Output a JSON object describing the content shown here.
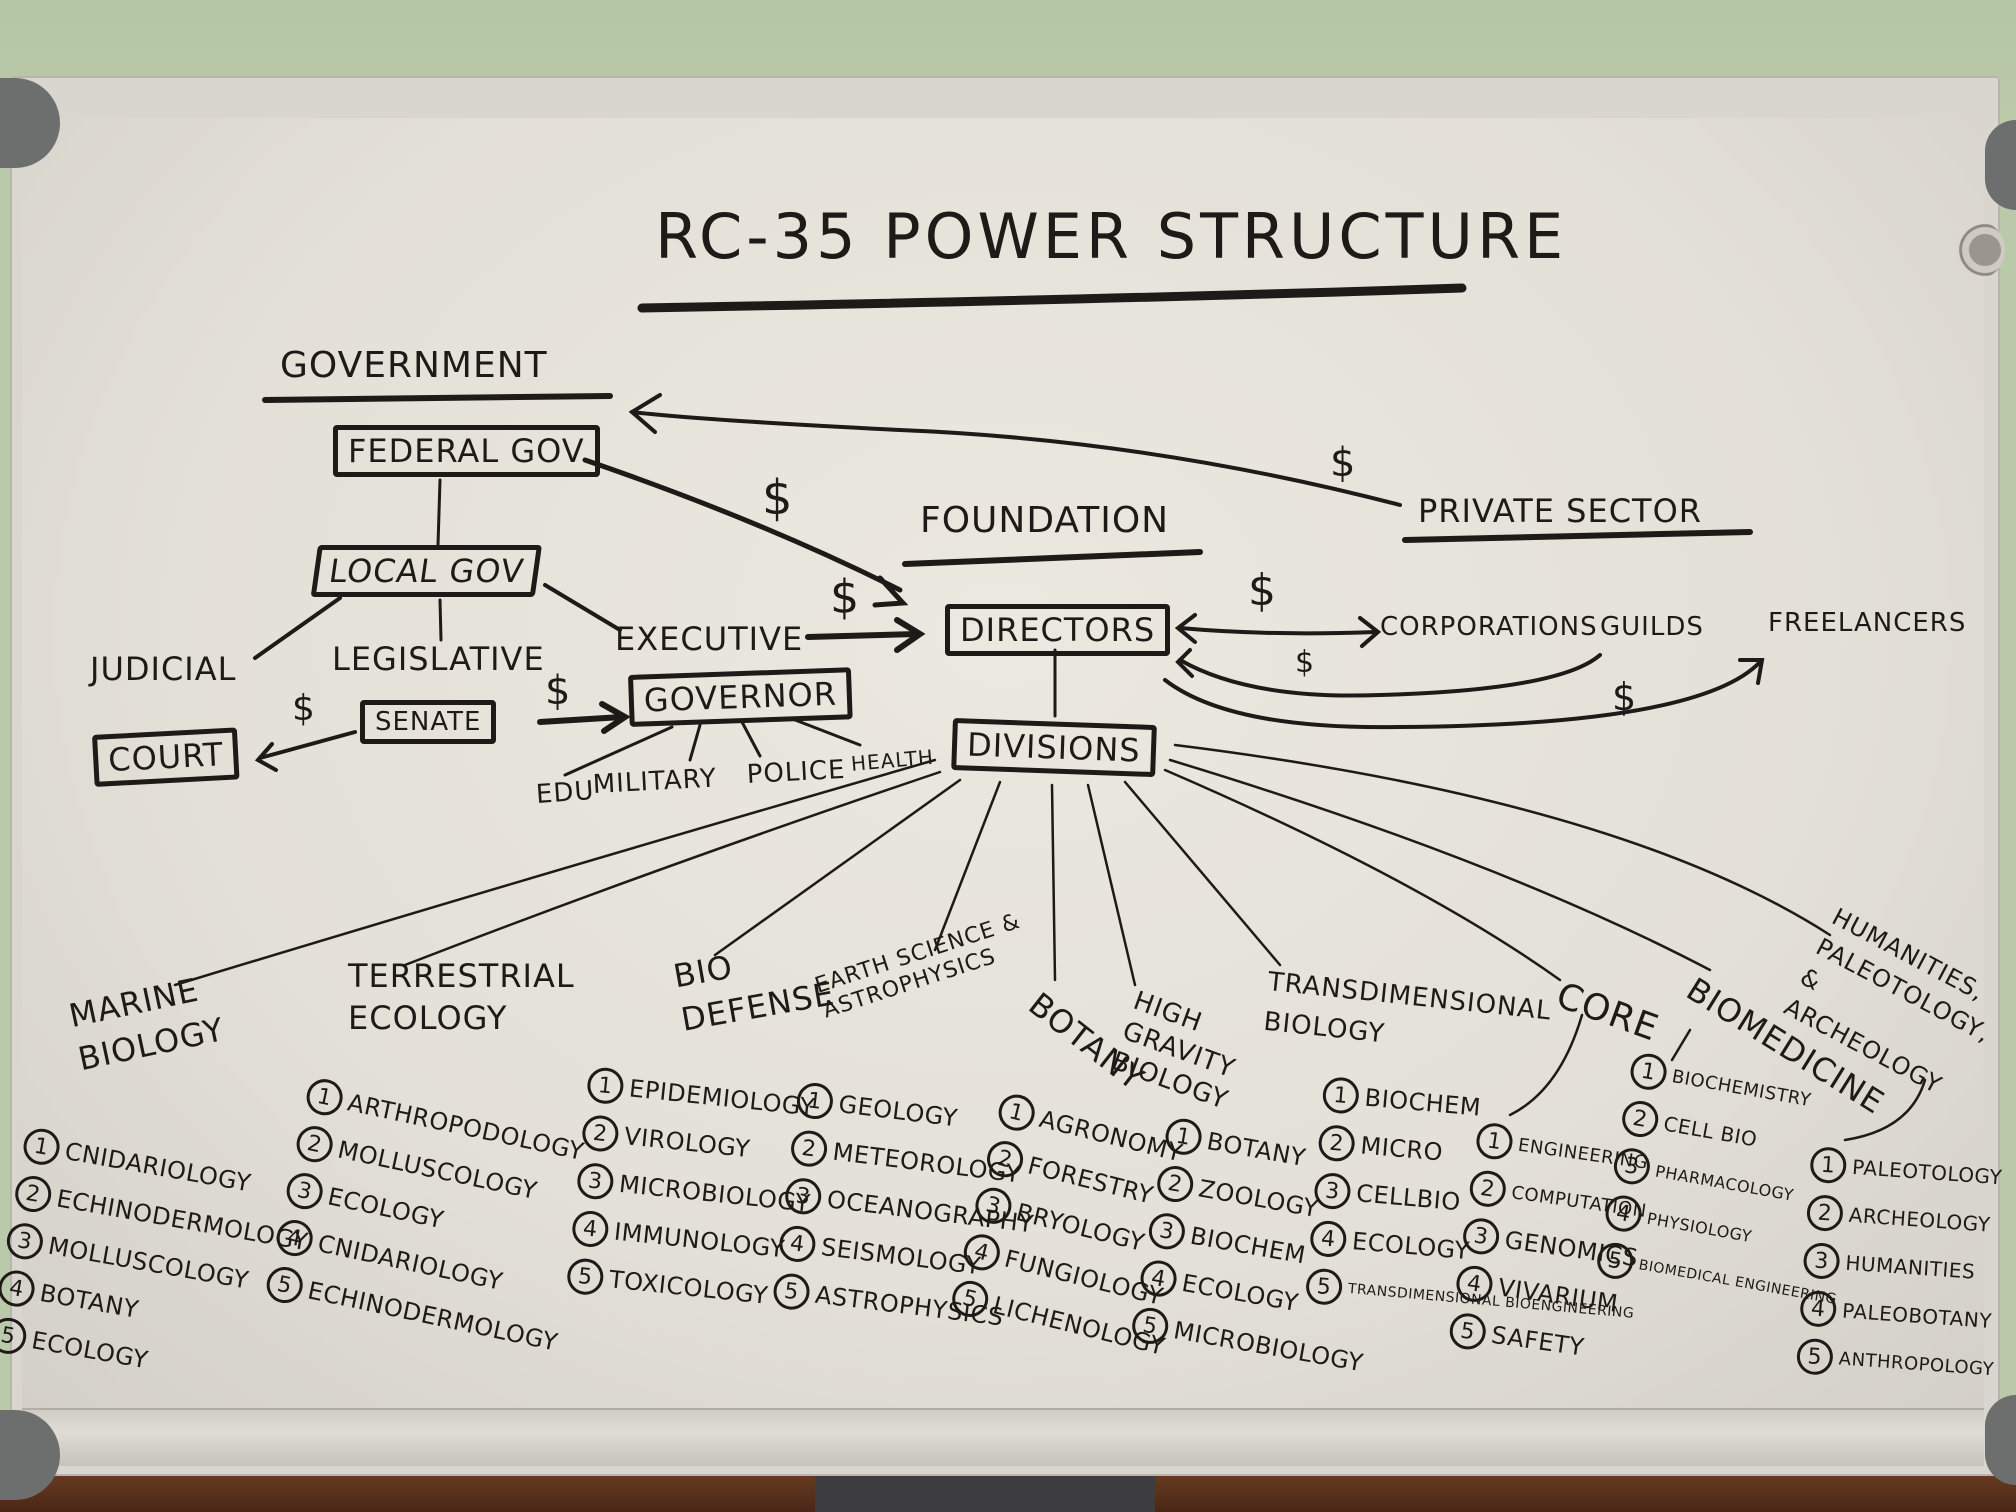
{
  "title": "RC-35 POWER STRUCTURE",
  "colors": {
    "ink": "#1e1a17",
    "board": "#e8e5dd",
    "wall": "#b8c8a8",
    "frame": "#d8d6cf"
  },
  "government": {
    "heading": "GOVERNMENT",
    "federal": "FEDERAL GOV",
    "local": "LOCAL GOV",
    "branches": [
      "JUDICIAL",
      "LEGISLATIVE",
      "EXECUTIVE"
    ],
    "court": "COURT",
    "senate": "SENATE",
    "governor": "GOVERNOR",
    "governor_depts": [
      "EDU",
      "MILITARY",
      "POLICE",
      "HEALTH"
    ]
  },
  "foundation": {
    "heading": "FOUNDATION",
    "directors": "DIRECTORS",
    "divisions": "DIVISIONS"
  },
  "private_sector": {
    "heading": "PRIVATE SECTOR",
    "entities": [
      "CORPORATIONS",
      "GUILDS",
      "FREELANCERS"
    ]
  },
  "money_symbol": "$",
  "division_list": [
    {
      "name": "MARINE BIOLOGY",
      "items": [
        "CNIDARIOLOGY",
        "ECHINODERMOLOGY",
        "MOLLUSCOLOGY",
        "BOTANY",
        "ECOLOGY"
      ]
    },
    {
      "name": "TERRESTRIAL ECOLOGY",
      "items": [
        "ARTHROPODOLOGY",
        "MOLLUSCOLOGY",
        "ECOLOGY",
        "CNIDARIOLOGY",
        "ECHINODERMOLOGY"
      ]
    },
    {
      "name": "BIO DEFENSE",
      "items": [
        "EPIDEMIOLOGY",
        "VIROLOGY",
        "MICROBIOLOGY",
        "IMMUNOLOGY",
        "TOXICOLOGY"
      ]
    },
    {
      "name": "EARTH SCIENCE & ASTROPHYSICS",
      "items": [
        "GEOLOGY",
        "METEOROLOGY",
        "OCEANOGRAPHY",
        "SEISMOLOGY",
        "ASTROPHYSICS"
      ]
    },
    {
      "name": "BOTANY",
      "items": [
        "AGRONOMY",
        "FORESTRY",
        "BRYOLOGY",
        "FUNGIOLOGY",
        "LICHENOLOGY"
      ]
    },
    {
      "name": "HIGH GRAVITY BIOLOGY",
      "items": [
        "BOTANY",
        "ZOOLOGY",
        "BIOCHEM",
        "ECOLOGY",
        "MICROBIOLOGY"
      ]
    },
    {
      "name": "TRANSDIMENSIONAL BIOLOGY",
      "items": [
        "BIOCHEM",
        "MICRO",
        "CELLBIO",
        "ECOLOGY",
        "TRANSDIMENSIONAL BIOENGINEERING"
      ]
    },
    {
      "name": "CORE",
      "items": [
        "ENGINEERING",
        "COMPUTATION",
        "GENOMICS",
        "VIVARIUM",
        "SAFETY"
      ]
    },
    {
      "name": "BIOMEDICINE",
      "items": [
        "BIOCHEMISTRY",
        "CELL BIO",
        "PHARMACOLOGY",
        "PHYSIOLOGY",
        "BIOMEDICAL ENGINEERING"
      ]
    },
    {
      "name": "HUMANITIES, PALEOTOLOGY, & ARCHEOLOGY",
      "items": [
        "PALEOTOLOGY",
        "ARCHEOLOGY",
        "HUMANITIES",
        "PALEOBOTANY",
        "ANTHROPOLOGY"
      ]
    }
  ],
  "numbers": [
    "1",
    "2",
    "3",
    "4",
    "5"
  ]
}
